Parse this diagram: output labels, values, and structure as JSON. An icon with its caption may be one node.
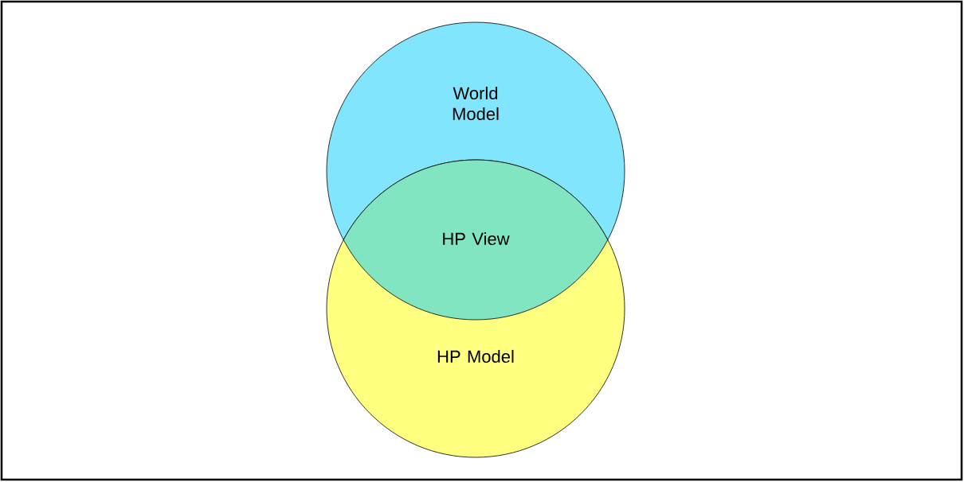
{
  "diagram": {
    "nodes": [
      {
        "text": [
          "World Model"
        ]
      },
      {
        "text": [
          "HP Model"
        ]
      },
      {
        "text": [
          "HP View"
        ]
      }
    ]
  }
}
